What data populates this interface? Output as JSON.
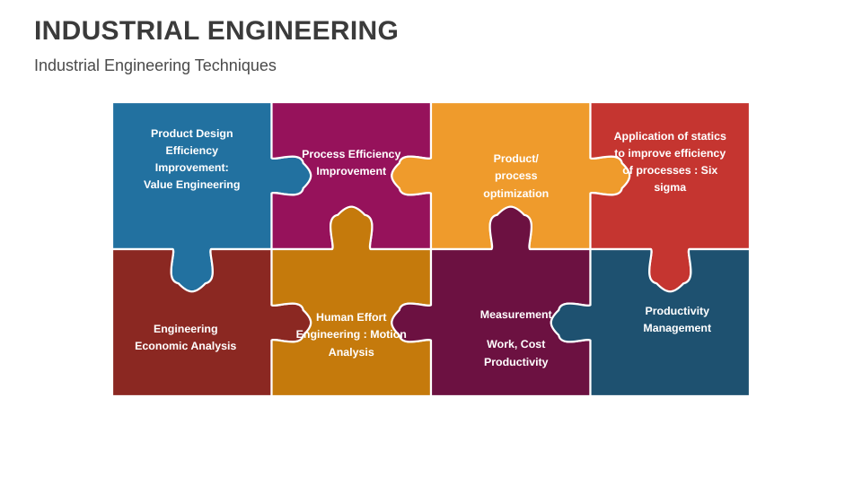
{
  "header": {
    "title": "INDUSTRIAL ENGINEERING",
    "subtitle": "Industrial Engineering Techniques"
  },
  "colors": {
    "background": "#ffffff",
    "title_text": "#3b3b3b",
    "subtitle_text": "#4a4a4a",
    "piece_text": "#ffffff",
    "piece_outline": "#ffffff",
    "blue": "#2271a0",
    "magenta": "#96125b",
    "orange": "#ef9b2c",
    "red": "#c53530",
    "dark_red": "#8b2822",
    "ochre": "#c57a0c",
    "purple": "#6c1141",
    "teal": "#1e5170"
  },
  "puzzle": {
    "rows": 2,
    "columns": 4,
    "pieces": [
      {
        "id": "piece-product-design",
        "name": "product-design-efficiency-improvement-value-engineering",
        "color": "#2271a0",
        "color_name": "blue",
        "row": 1,
        "column": 1,
        "lines": [
          "Product Design",
          "Efficiency",
          "Improvement:",
          "Value Engineering"
        ]
      },
      {
        "id": "piece-process-efficiency",
        "name": "process-efficiency-improvement",
        "color": "#96125b",
        "color_name": "magenta",
        "row": 1,
        "column": 2,
        "lines": [
          "Process Efficiency",
          "Improvement"
        ]
      },
      {
        "id": "piece-product-process-optimization",
        "name": "product-process-optimization",
        "color": "#ef9b2c",
        "color_name": "orange",
        "row": 1,
        "column": 3,
        "lines": [
          "Product/",
          "process",
          "optimization"
        ]
      },
      {
        "id": "piece-six-sigma",
        "name": "application-of-statics-six-sigma",
        "color": "#c53530",
        "color_name": "red",
        "row": 1,
        "column": 4,
        "lines": [
          "Application of statics",
          "to improve efficiency",
          "of processes : Six",
          "sigma"
        ]
      },
      {
        "id": "piece-engineering-economic-analysis",
        "name": "engineering-economic-analysis",
        "color": "#8b2822",
        "color_name": "dark-red",
        "row": 2,
        "column": 1,
        "lines": [
          "Engineering",
          "Economic Analysis"
        ]
      },
      {
        "id": "piece-human-effort-engineering",
        "name": "human-effort-engineering-motion-analysis",
        "color": "#c57a0c",
        "color_name": "ochre",
        "row": 2,
        "column": 2,
        "lines": [
          "Human Effort",
          "Engineering : Motion",
          "Analysis"
        ]
      },
      {
        "id": "piece-measurement",
        "name": "measurement-work-cost-productivity",
        "color": "#6c1141",
        "color_name": "purple",
        "row": 2,
        "column": 3,
        "lines": [
          "Measurement",
          "",
          "Work, Cost",
          "Productivity"
        ]
      },
      {
        "id": "piece-productivity-management",
        "name": "productivity-management",
        "color": "#1e5170",
        "color_name": "teal",
        "row": 2,
        "column": 4,
        "lines": [
          "Productivity",
          "Management"
        ]
      }
    ]
  }
}
